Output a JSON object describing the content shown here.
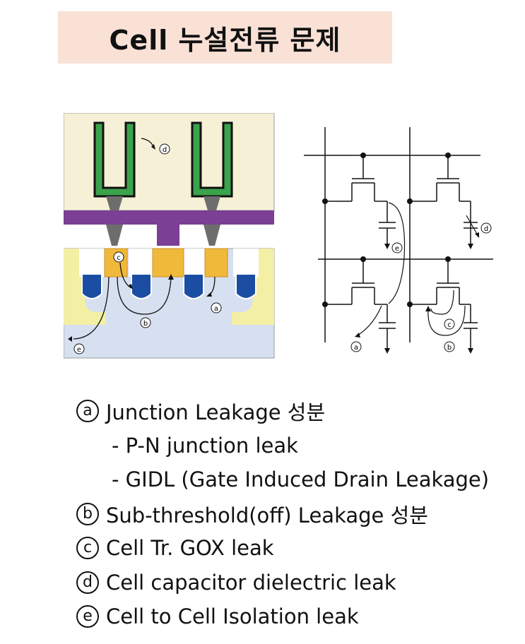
{
  "title": "Cell 누설전류 문제",
  "figure_left": {
    "markers": {
      "a": "a",
      "b": "b",
      "c": "c",
      "d": "d",
      "e": "e"
    }
  },
  "figure_right": {
    "markers": {
      "a": "a",
      "b": "b",
      "c": "c",
      "d": "d",
      "e": "e"
    }
  },
  "legend": [
    {
      "marker": "a",
      "text": "Junction Leakage 성분"
    },
    {
      "marker": "",
      "text": "- P-N junction leak"
    },
    {
      "marker": "",
      "text": "- GIDL (Gate Induced Drain Leakage)"
    },
    {
      "marker": "b",
      "text": "Sub-threshold(off) Leakage 성분"
    },
    {
      "marker": "c",
      "text": "Cell Tr. GOX leak"
    },
    {
      "marker": "d",
      "text": "Cell capacitor dielectric leak"
    },
    {
      "marker": "e",
      "text": "Cell to Cell Isolation leak"
    }
  ],
  "colors": {
    "title_band": "#f9e1d6",
    "oxide": "#f6f0d6",
    "capacitor": "#3aa34c",
    "bitline": "#7b3f95",
    "substrate": "#d6e0f0",
    "nwell": "#f3efa4",
    "junction": "#f0b93a",
    "gate": "#1b4ea3",
    "contact": "#6d6d6d"
  }
}
